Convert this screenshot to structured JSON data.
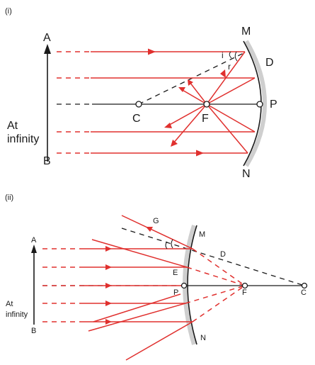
{
  "panel1": {
    "tag": "(i)",
    "labels": {
      "A": "A",
      "B": "B",
      "M": "M",
      "D": "D",
      "P": "P",
      "N": "N",
      "C": "C",
      "F": "F",
      "i": "i",
      "r": "r",
      "at": "At",
      "infinity": "infinity"
    }
  },
  "panel2": {
    "tag": "(ii)",
    "labels": {
      "A": "A",
      "B": "B",
      "G": "G",
      "M": "M",
      "D": "D",
      "E": "E",
      "P": "P",
      "F": "F",
      "C": "C",
      "N": "N",
      "at": "At",
      "infinity": "infinity"
    }
  },
  "colors": {
    "ray": "#e0302e",
    "line": "#1a1a1a",
    "mirror_back": "#cfcfcf"
  }
}
